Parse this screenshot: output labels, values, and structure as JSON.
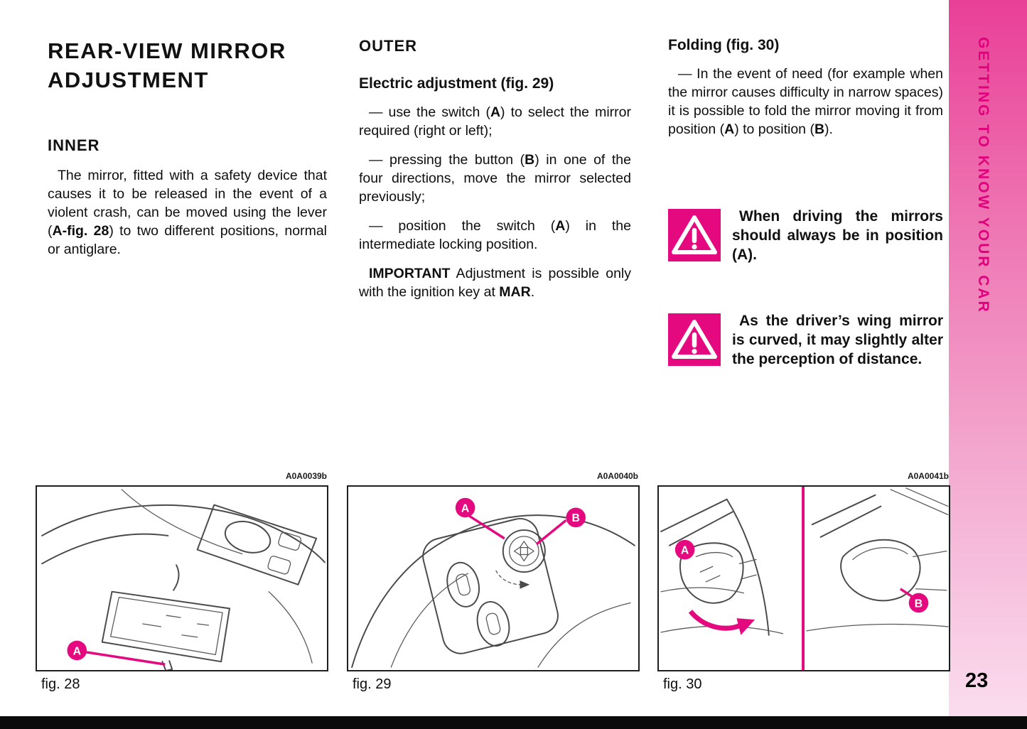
{
  "page": {
    "number": "23",
    "sidebar_label": "GETTING TO KNOW YOUR CAR"
  },
  "colors": {
    "accent": "#e5097f",
    "tab_text": "#e2017d"
  },
  "inner_column": {
    "title": "REAR-VIEW MIRROR ADJUSTMENT",
    "heading": "INNER",
    "paragraph": [
      {
        "t": "The mirror, fitted with a safety device that causes it to be released in the event of a violent crash, can be moved using the lever ("
      },
      {
        "t": "A-fig. 28",
        "b": true
      },
      {
        "t": ") to two different positions, normal or antiglare."
      }
    ]
  },
  "outer_column": {
    "heading": "OUTER",
    "subheading": "Electric adjustment (fig. 29)",
    "paragraphs": [
      [
        {
          "t": "— use the switch ("
        },
        {
          "t": "A",
          "b": true
        },
        {
          "t": ") to select the mirror required (right or left);"
        }
      ],
      [
        {
          "t": "— pressing the button ("
        },
        {
          "t": "B",
          "b": true
        },
        {
          "t": ") in one of the four directions, move the mirror selected previously;"
        }
      ],
      [
        {
          "t": "— position the switch ("
        },
        {
          "t": "A",
          "b": true
        },
        {
          "t": ") in the intermediate locking position."
        }
      ],
      [
        {
          "t": "IMPORTANT",
          "b": true
        },
        {
          "t": " Adjustment is possible only with the ignition key at "
        },
        {
          "t": "MAR",
          "b": true
        },
        {
          "t": "."
        }
      ]
    ]
  },
  "folding_column": {
    "heading": "Folding (fig. 30)",
    "paragraph": [
      {
        "t": "— In the event of need (for example when the mirror causes difficulty in narrow spaces) it is possible to fold the mirror moving it from position ("
      },
      {
        "t": "A",
        "b": true
      },
      {
        "t": ") to position ("
      },
      {
        "t": "B",
        "b": true
      },
      {
        "t": ")."
      }
    ],
    "warnings": [
      {
        "text": "When driving the mirrors should always be in position (A)."
      },
      {
        "text": "As the driver’s wing mirror is curved, it may slightly alter the perception of distance."
      }
    ]
  },
  "figures": [
    {
      "code": "A0A0039b",
      "caption": "fig. 28",
      "callout_a": "A"
    },
    {
      "code": "A0A0040b",
      "caption": "fig. 29",
      "callout_a": "A",
      "callout_b": "B"
    },
    {
      "code": "A0A0041b",
      "caption": "fig. 30",
      "callout_a": "A",
      "callout_b": "B"
    }
  ]
}
